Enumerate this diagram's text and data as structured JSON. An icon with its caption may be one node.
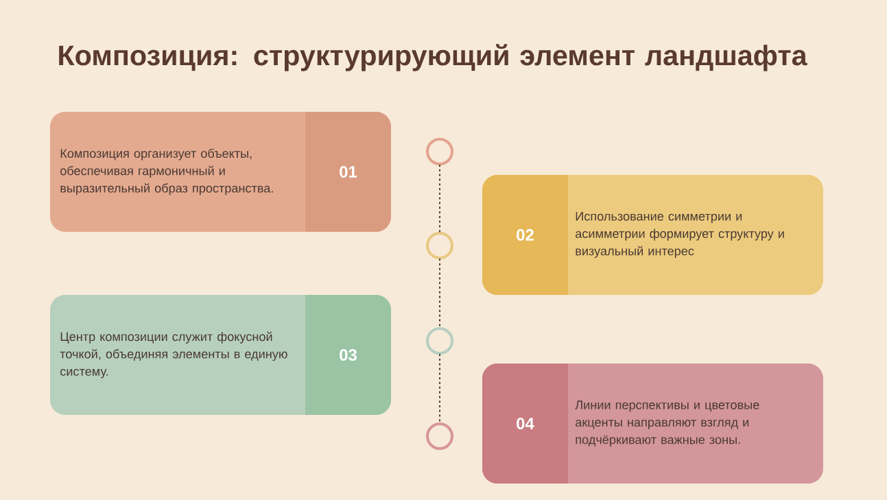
{
  "diagram": {
    "title": "Композиция: структурирующий элемент ландшафта",
    "nodes": [
      {
        "text": [
          "Композиция организует объекты, обеспечивая гармоничный и выразительный образ пространства.",
          "01"
        ]
      },
      {
        "text": [
          "02",
          "Использование симметрии и асимметрии формирует структуру и визуальный интерес"
        ]
      },
      {
        "text": [
          "Центр композиции служит фокусной точкой, объединяя элементы в единую систему.",
          "03"
        ]
      },
      {
        "text": [
          "04",
          "Линии перспективы и цветовые акценты направляют взгляд и подчёркивают важные зоны."
        ]
      },
      {
        "text": [],
        "shape": "circle"
      },
      {
        "text": [],
        "shape": "circle"
      },
      {
        "text": [],
        "shape": "circle"
      },
      {
        "text": [],
        "shape": "circle"
      }
    ],
    "edges": [
      {
        "from": 4,
        "to": 5,
        "arrow": "none",
        "style": "dashed"
      },
      {
        "from": 5,
        "to": 6,
        "arrow": "none",
        "style": "dashed"
      },
      {
        "from": 6,
        "to": 7,
        "arrow": "none",
        "style": "dashed"
      }
    ]
  }
}
